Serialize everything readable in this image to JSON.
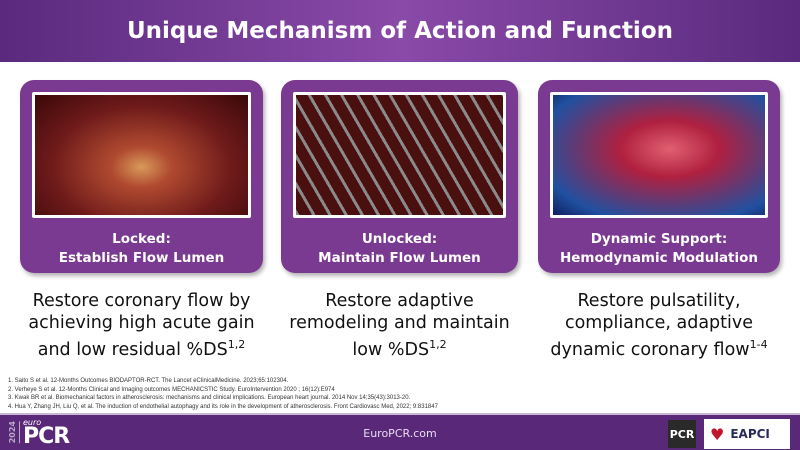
{
  "title": "Unique Mechanism of Action and Function",
  "cards": [
    {
      "caption1": "Locked:",
      "caption2": "Establish Flow Lumen",
      "desc": [
        "Restore coronary flow by",
        "achieving high acute gain",
        "and low residual %DS"
      ],
      "sup": "1,2"
    },
    {
      "caption1": "Unlocked:",
      "caption2": "Maintain Flow Lumen",
      "desc": [
        "Restore adaptive",
        "remodeling and maintain",
        "low %DS"
      ],
      "sup": "1,2"
    },
    {
      "caption1": "Dynamic Support:",
      "caption2": "Hemodynamic Modulation",
      "desc": [
        "Restore pulsatility,",
        "compliance, adaptive",
        "dynamic coronary flow"
      ],
      "sup": "1-4"
    }
  ],
  "references": [
    "1. Saito S et al. 12-Months Outcomes BIODAPTOR-RCT. The Lancet eClinicalMedicine. 2023;65:102304.",
    "2. Verheye S et al. 12-Months Clinical and Imaging outcomes MECHANICSTIC Study. EuroIntervention 2020 ; 16(12):E974",
    "3. Kwak BR et al. Biomechanical factors in atherosclerosis: mechanisms and clinical implications. European heart journal. 2014 Nov 14;35(43):3013-20.",
    "4. Hua Y, Zhang JH, Liu Q, et al. The induction of endothelial autophagy and its role in the development of atherosclerosis. Front Cardiovasc Med, 2022; 9:831847"
  ],
  "footer": {
    "year": "2024",
    "brand_top": "euro",
    "brand": "PCR",
    "url": "EuroPCR.com",
    "logo_pcr": "PCR",
    "logo_eapci": "EAPCI"
  }
}
